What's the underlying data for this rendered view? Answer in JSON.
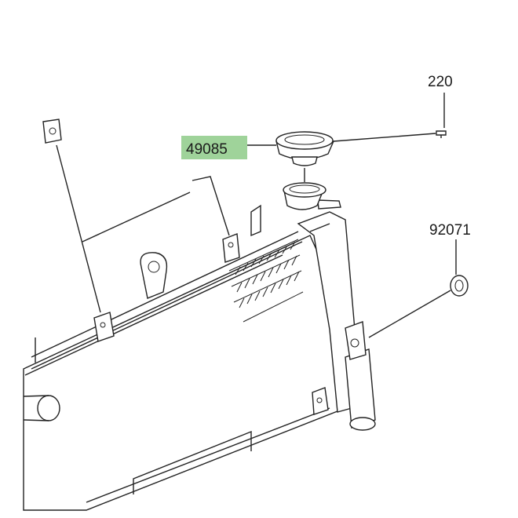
{
  "labels": {
    "radiator_cap": "49085",
    "screw": "220",
    "grommet": "92071"
  },
  "colors": {
    "highlight": "#9fd39a",
    "line": "#222222",
    "background": "#ffffff"
  }
}
